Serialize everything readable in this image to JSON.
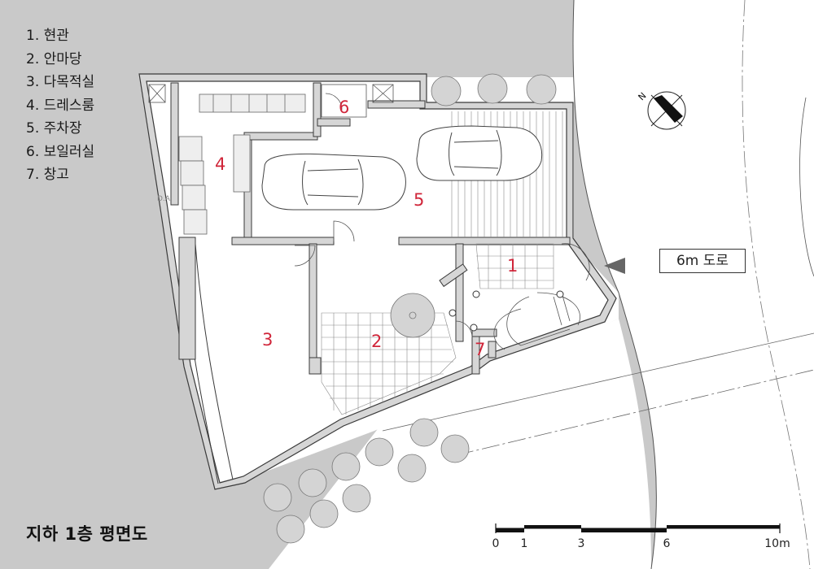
{
  "legend": [
    "1. 현관",
    "2. 안마당",
    "3. 다목적실",
    "4. 드레스룸",
    "5. 주차장",
    "6. 보일러실",
    "7. 창고"
  ],
  "title": "지하 1층 평면도",
  "road": "6m 도로",
  "rooms": [
    "1",
    "2",
    "3",
    "4",
    "5",
    "6",
    "7"
  ],
  "north_letter": "N",
  "da_mark": "D.A",
  "scale": {
    "ticks": [
      "0",
      "1",
      "3",
      "6",
      "10m"
    ]
  },
  "colors": {
    "ground": "#c9c9c9",
    "wall": "#d6d6d6",
    "wall_outline": "#3a3a3a",
    "room_number": "#d0263a",
    "tree": "#d4d4d4"
  }
}
